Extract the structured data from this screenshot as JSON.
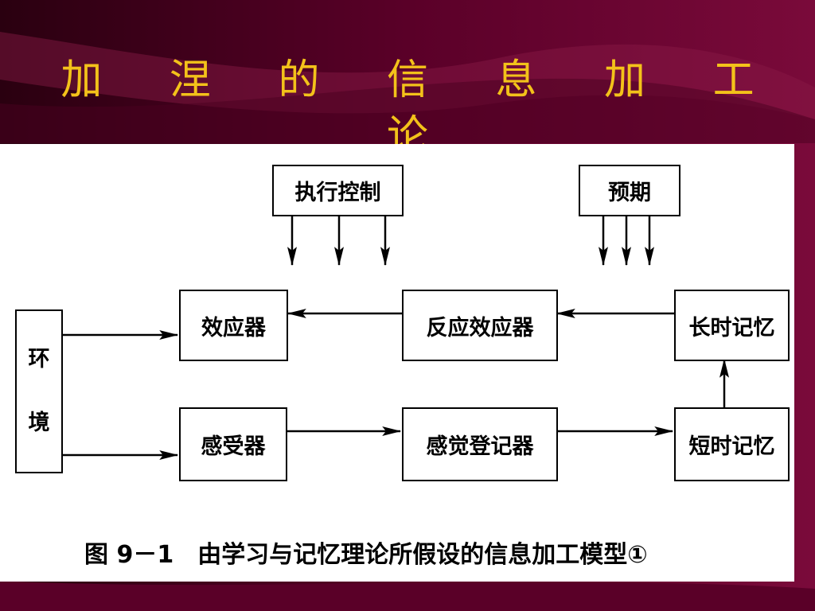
{
  "slide": {
    "title": "加 涅 的 信 息 加 工 论",
    "title_color": "#f3c21a",
    "background_color": "#3a0018"
  },
  "diagram": {
    "boxes": {
      "exec_control": "执行控制",
      "expectation": "预期",
      "environment_top": "环",
      "environment_bottom": "境",
      "effector": "效应器",
      "response_generator": "反应效应器",
      "long_term_memory": "长时记忆",
      "receptor": "感受器",
      "sensory_register": "感觉登记器",
      "short_term_memory": "短时记忆"
    },
    "caption": "图 9－1　由学习与记忆理论所假设的信息加工模型①"
  }
}
